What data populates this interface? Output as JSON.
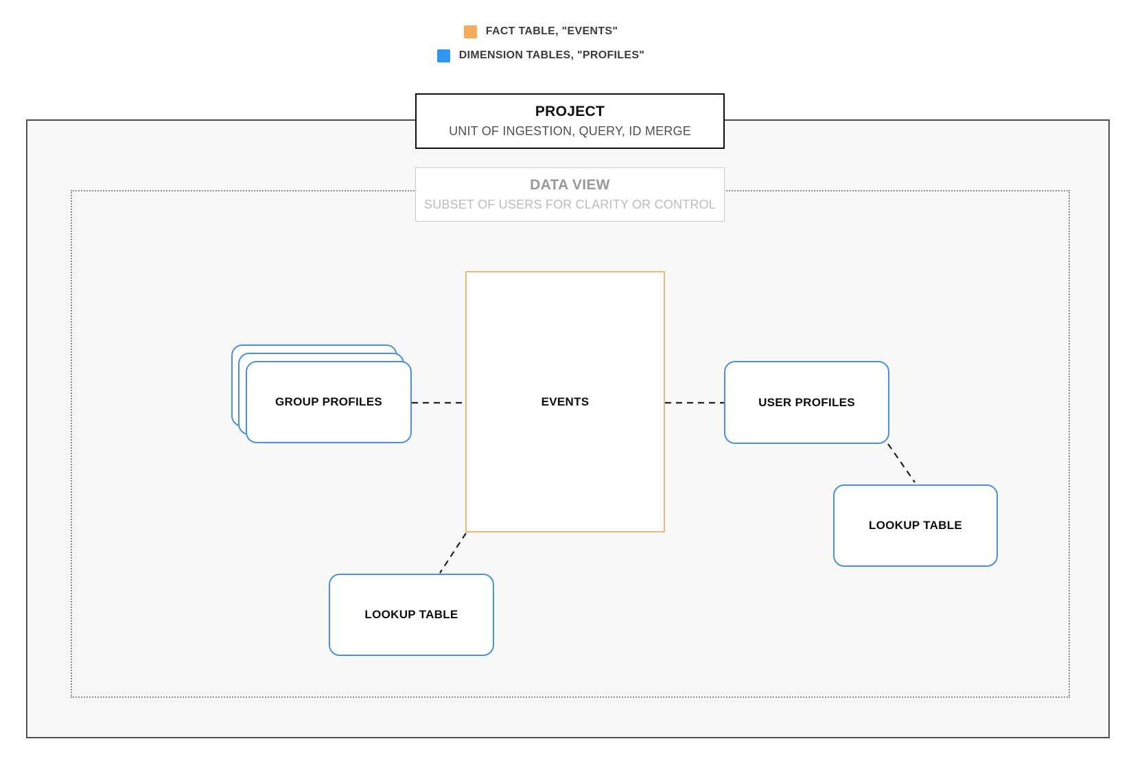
{
  "legend": {
    "items": [
      {
        "icon": "fact-table-swatch",
        "label": "FACT TABLE, \"EVENTS\"",
        "color": "#f5ab5e"
      },
      {
        "icon": "dimension-table-swatch",
        "label": "DIMENSION TABLES, \"PROFILES\"",
        "color": "#2f96f3"
      }
    ]
  },
  "boundaries": {
    "project": {
      "title": "PROJECT",
      "subtitle": "UNIT OF INGESTION, QUERY, ID MERGE"
    },
    "data_view": {
      "title": "DATA VIEW",
      "subtitle": "SUBSET OF USERS FOR CLARITY OR CONTROL"
    }
  },
  "nodes": {
    "group_profiles": {
      "label": "GROUP PROFILES",
      "type": "dimension",
      "stacked_cards": 3
    },
    "events": {
      "label": "EVENTS",
      "type": "fact"
    },
    "user_profiles": {
      "label": "USER PROFILES",
      "type": "dimension"
    },
    "lookup_table_bottom": {
      "label": "LOOKUP TABLE",
      "type": "dimension"
    },
    "lookup_table_right": {
      "label": "LOOKUP TABLE",
      "type": "dimension"
    }
  },
  "edges": [
    {
      "from": "group_profiles",
      "to": "events",
      "style": "dashed"
    },
    {
      "from": "events",
      "to": "user_profiles",
      "style": "dashed"
    },
    {
      "from": "user_profiles",
      "to": "lookup_table_right",
      "style": "dashed"
    },
    {
      "from": "events",
      "to": "lookup_table_bottom",
      "style": "dashed"
    }
  ],
  "colors": {
    "fact_accent": "#f5ab5e",
    "dimension_accent": "#2f96f3",
    "fact_node_border": "#eab874",
    "dimension_node_border": "#4a90d9"
  }
}
